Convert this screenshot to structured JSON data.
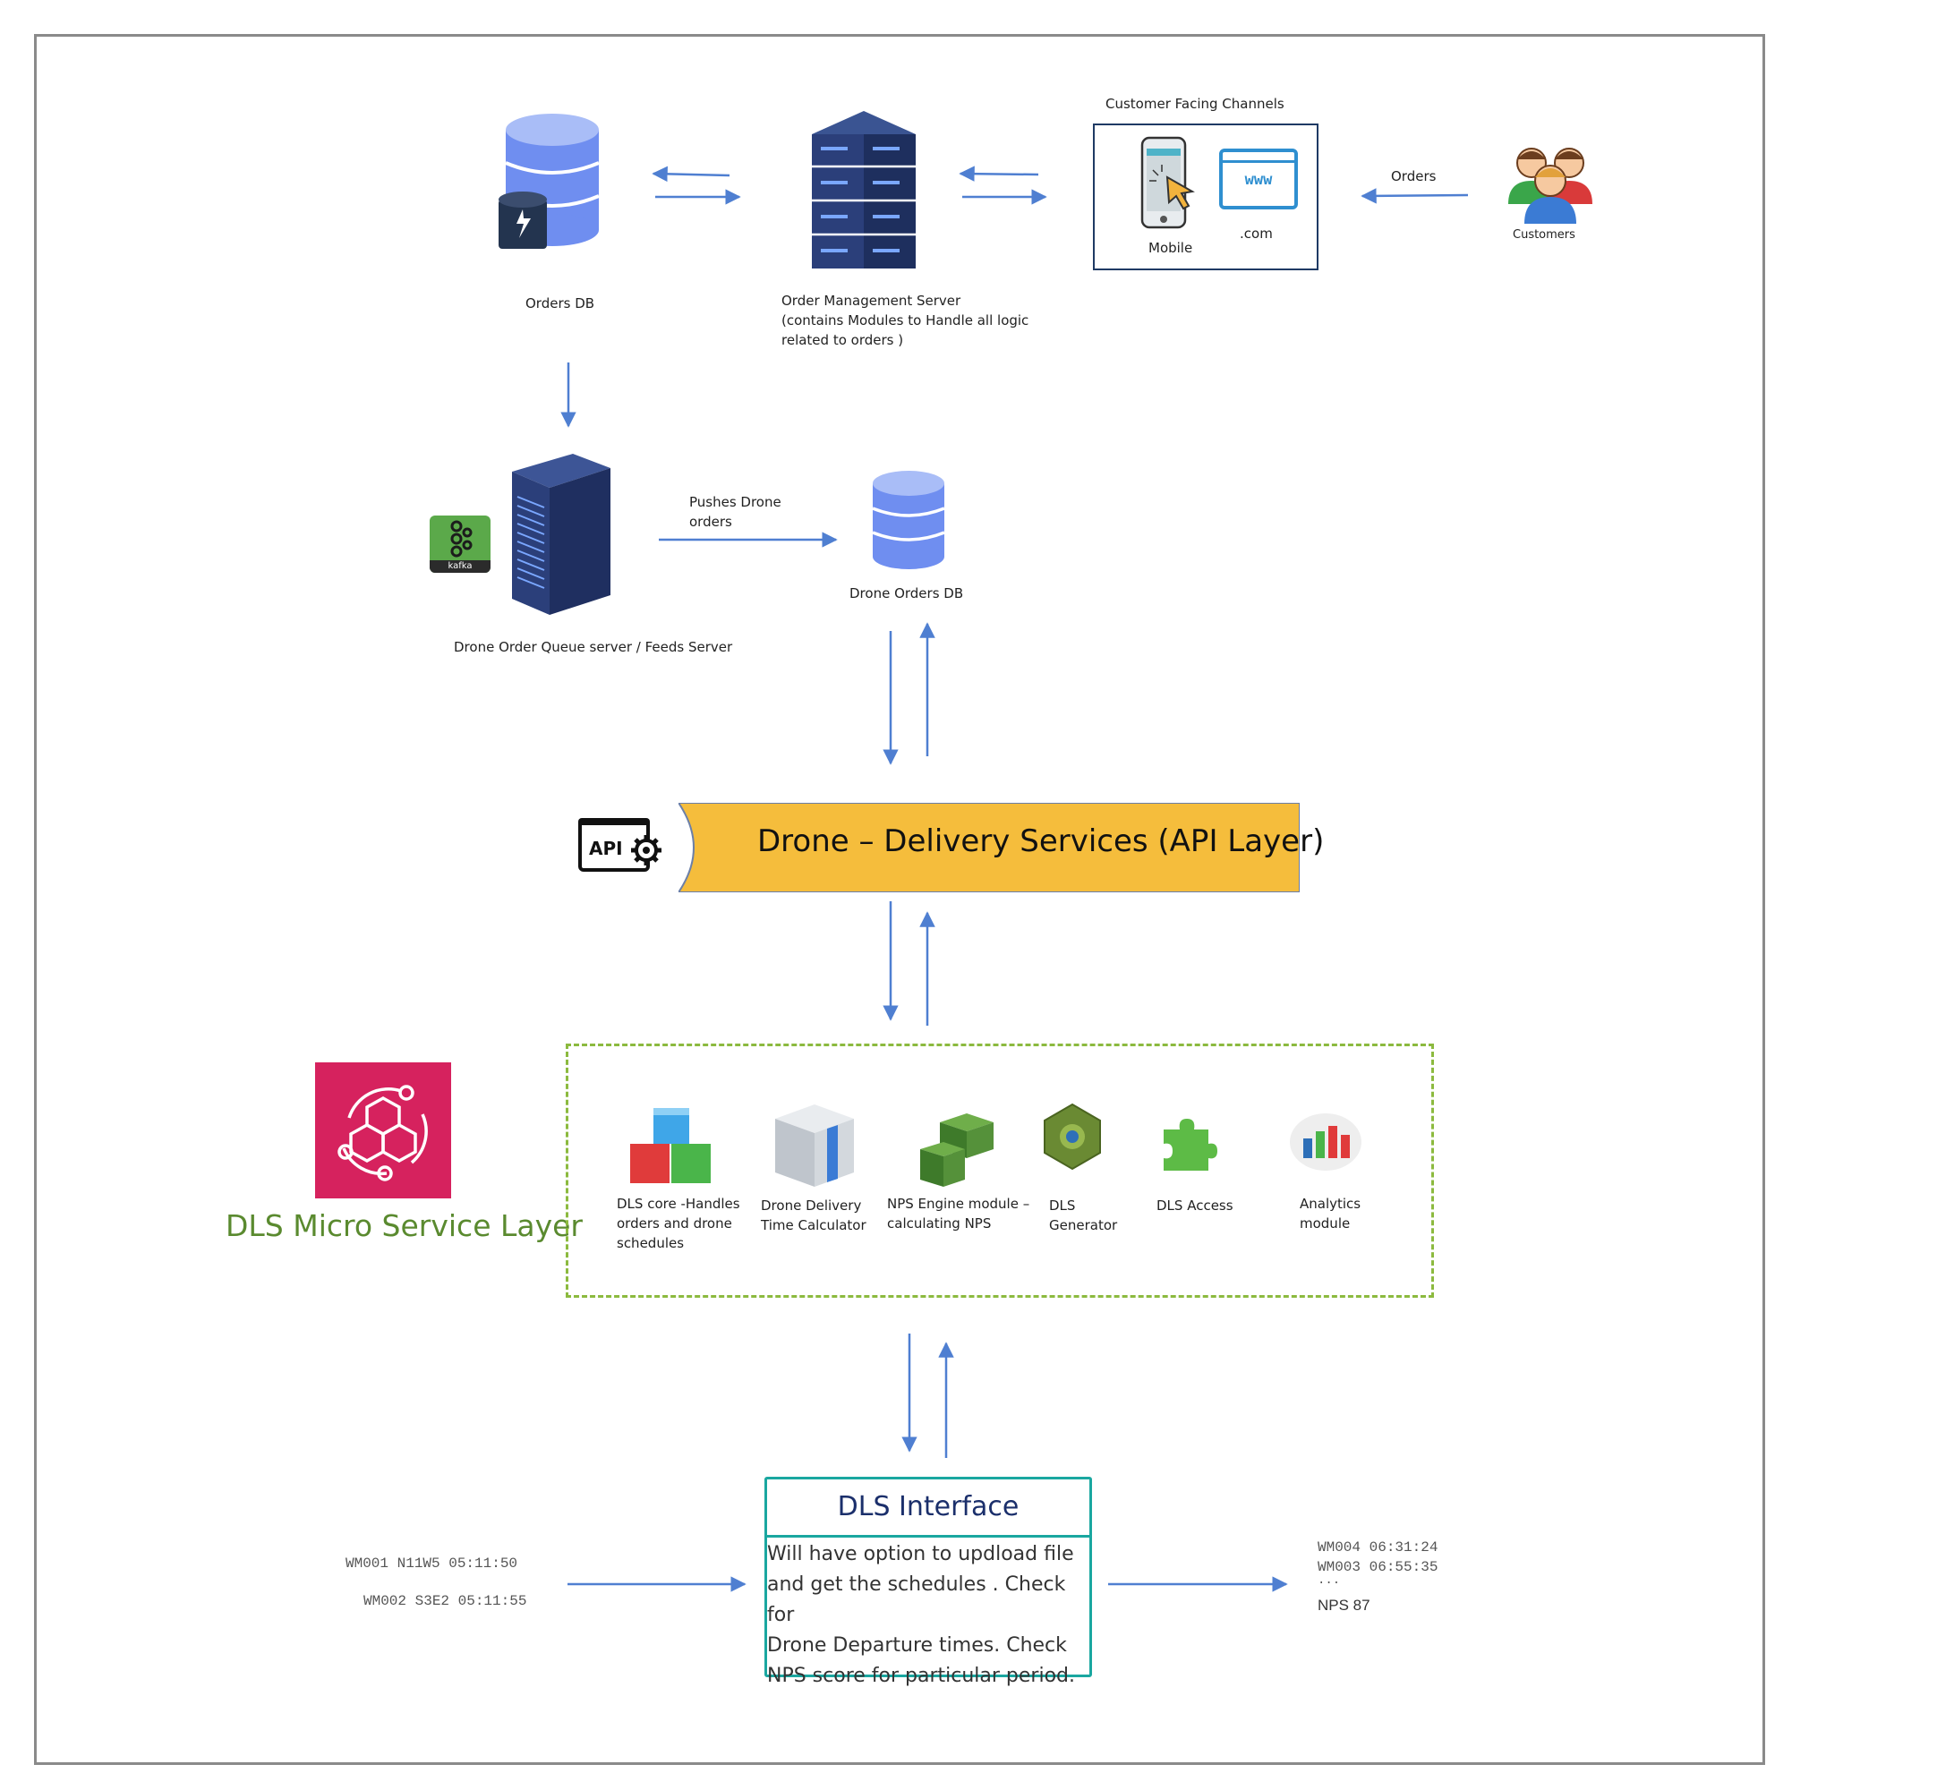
{
  "top": {
    "orders_db_label": "Orders DB",
    "oms_label_lines": [
      "Order Management Server",
      "(contains Modules to  Handle all logic",
      "related to orders )"
    ],
    "channels_title": "Customer Facing Channels",
    "mobile_label": "Mobile",
    "web_label": ".com",
    "www_text": "www",
    "orders_arrow_label": "Orders",
    "customers_label": "Customers"
  },
  "middle": {
    "queue_server_label": "Drone Order Queue server / Feeds Server",
    "kafka_text": "kafka",
    "push_label_lines": [
      "Pushes Drone",
      "orders"
    ],
    "drone_orders_db_label": "Drone Orders DB"
  },
  "api": {
    "badge_text": "API",
    "title": "Drone – Delivery Services (API Layer)"
  },
  "microservices": {
    "layer_title": "DLS Micro Service Layer",
    "modules": [
      {
        "lines": [
          "DLS core -Handles",
          "orders and drone",
          "schedules"
        ]
      },
      {
        "lines": [
          "Drone Delivery",
          "Time Calculator"
        ]
      },
      {
        "lines": [
          "NPS Engine module –",
          "calculating NPS"
        ]
      },
      {
        "lines": [
          "DLS",
          "Generator"
        ]
      },
      {
        "lines": [
          "DLS Access"
        ]
      },
      {
        "lines": [
          "Analytics",
          "module"
        ]
      }
    ]
  },
  "interface": {
    "title": "DLS Interface",
    "body_lines": [
      "Will have option to updload file",
      "and get the schedules . Check for",
      "Drone Departure times. Check",
      "NPS score for particular period."
    ]
  },
  "input_records": [
    "WM001 N11W5 05:11:50",
    "WM002 S3E2 05:11:55"
  ],
  "output_records": [
    "WM004 06:31:24",
    "WM003 06:55:35",
    "...",
    "NPS 87"
  ],
  "colors": {
    "arrow": "#4f7fd1",
    "db": "#6f8ef0",
    "server": "#2b3f7a",
    "api_banner": "#f5bd3c",
    "dls_logo": "#d6225e",
    "dashed": "#8cba3f",
    "interface_border": "#1aa7a0",
    "layer_title": "#5a8a2f"
  }
}
